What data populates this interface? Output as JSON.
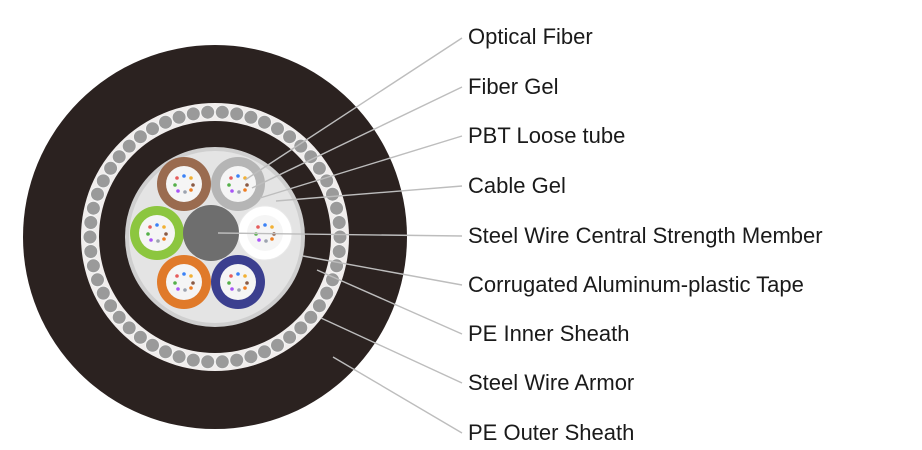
{
  "labels": [
    "Optical Fiber",
    "Fiber Gel",
    "PBT Loose tube",
    "Cable Gel",
    "Steel Wire Central Strength Member",
    "Corrugated Aluminum-plastic Tape",
    "PE Inner Sheath",
    "Steel Wire Armor",
    "PE Outer Sheath"
  ],
  "colors": {
    "sheath": "#2b2220",
    "armor_band": "#f1eeed",
    "armor_wire": "#9a9a9a",
    "core": "#e4e4e4",
    "central_member": "#6e6e6e",
    "leader_line": "#bdbdbd",
    "fiber_gel": "#f5f5f5"
  },
  "tubes": [
    {
      "name": "brown",
      "color": "#9a6b4f"
    },
    {
      "name": "gray",
      "color": "#b5b5b5"
    },
    {
      "name": "white",
      "color": "#ffffff"
    },
    {
      "name": "blue",
      "color": "#3b3f8f"
    },
    {
      "name": "orange",
      "color": "#e07a2a"
    },
    {
      "name": "green",
      "color": "#8cc63f"
    }
  ]
}
